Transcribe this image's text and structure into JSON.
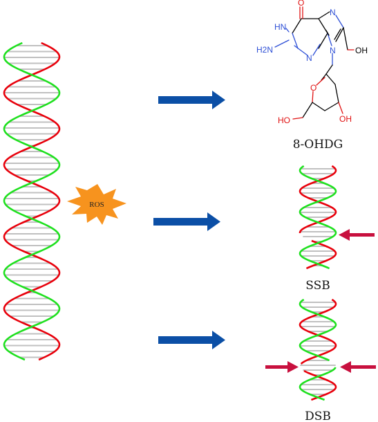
{
  "diagram": {
    "ros_label": "ROS",
    "product_8ohdg": "8-OHDG",
    "product_ssb": "SSB",
    "product_dsb": "DSB"
  },
  "molecule": {
    "atom_o_carbonyl": "O",
    "atom_hn": "HN",
    "atom_h2n": "H2N",
    "atom_n3": "N",
    "atom_n7": "N",
    "atom_n9": "N",
    "atom_oh8": "OH",
    "atom_o_ring": "O",
    "atom_ho5": "HO",
    "atom_oh3": "OH"
  },
  "colors": {
    "strand_a": "#e8000b",
    "strand_b": "#1ee01e",
    "base_pairs": "#c0c0c0",
    "arrow_blue": "#0b4fa6",
    "arrow_crimson": "#c8103e",
    "ros_star": "#f7931e",
    "nitrogen": "#2d4fd6",
    "oxygen": "#e01010"
  }
}
